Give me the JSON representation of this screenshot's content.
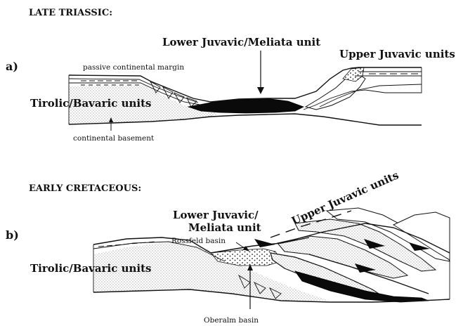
{
  "panel_a": {
    "heading": "LATE TRIASSIC:",
    "letter": "a)",
    "lower_juvavic": "Lower Juvavic/Meliata unit",
    "upper_juvavic": "Upper Juvavic units",
    "passive_margin": "passive continental margin",
    "tirolic": "Tirolic/Bavaric units",
    "basement": "continental basement"
  },
  "panel_b": {
    "heading": "EARLY CRETACEOUS:",
    "letter": "b)",
    "lower_juvavic_1": "Lower Juvavic/",
    "lower_juvavic_2": "Meliata unit",
    "upper_juvavic": "Upper Juvavic units",
    "rossfeld": "Rossfeld basin",
    "tirolic": "Tirolic/Bavaric units",
    "oberalm": "Oberalm basin"
  }
}
